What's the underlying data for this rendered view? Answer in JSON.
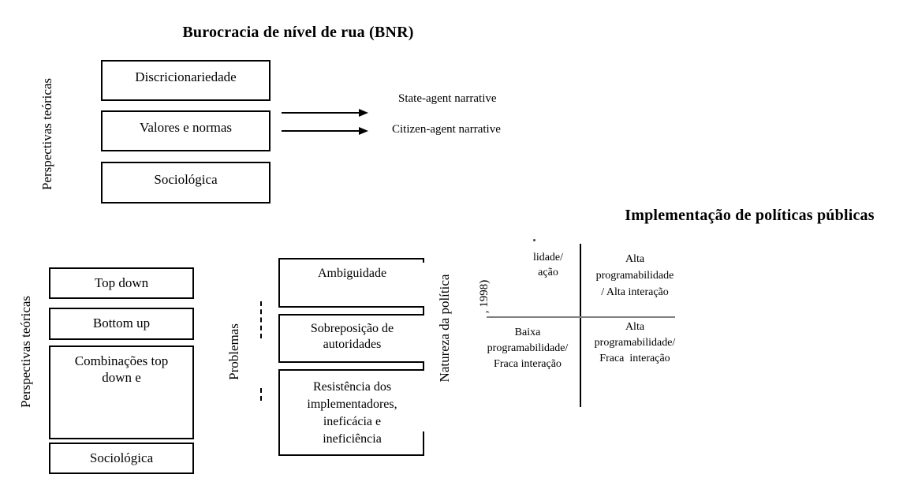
{
  "colors": {
    "background": "#ffffff",
    "text": "#000000",
    "line": "#000000",
    "matrix_divider_gray": "#808080"
  },
  "bnr": {
    "title": "Burocracia de nível de rua (BNR)",
    "axis_label": "Perspectivas teóricas",
    "boxes": [
      "Discricionariedade",
      "Valores e normas",
      "Sociológica"
    ],
    "narratives": [
      "State-agent narrative",
      "Citizen-agent narrative"
    ]
  },
  "implementation": {
    "title": "Implementação de políticas públicas",
    "perspectives_label": "Perspectivas teóricas",
    "perspective_boxes": [
      "Top down",
      "Bottom up",
      "Combinações top\ndown e",
      "Sociológica"
    ],
    "problems_label": "Problemas",
    "problem_boxes": [
      "Ambiguidade",
      "Sobreposição de\nautoridades",
      "Resistência dos\nimplementadores,\nineficácia e\nineficiência"
    ],
    "matrix": {
      "axis_label": "Natureza da política",
      "citation_fragment": ", 1998)",
      "quadrant_top_left": "lidade/\nação",
      "quadrant_top_right": "Alta\nprogramabilidade\n/ Alta interação",
      "quadrant_bottom_left": "Baixa\nprogramabilidade/\nFraca interação",
      "quadrant_bottom_right": "Alta\nprogramabilidade/\nFraca  interação"
    }
  }
}
